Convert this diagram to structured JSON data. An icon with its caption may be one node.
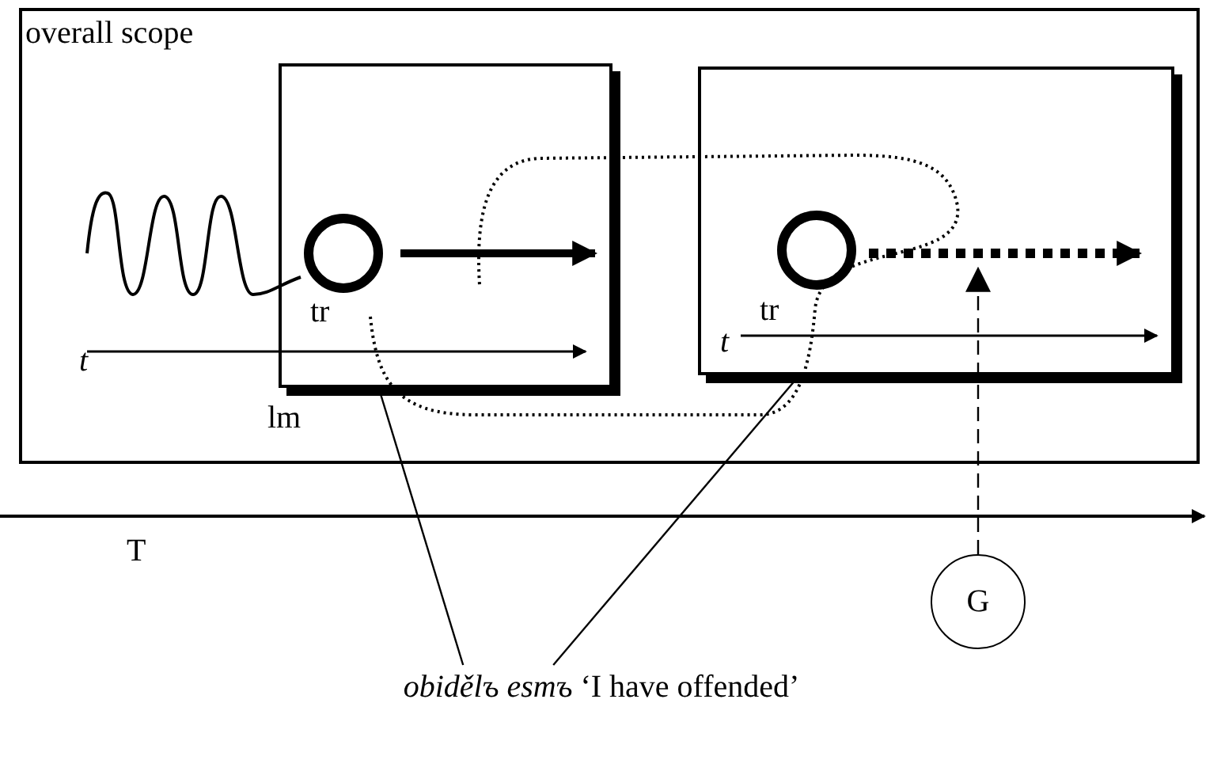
{
  "diagram": {
    "nodes": [
      {
        "text": [
          "overall scope"
        ]
      },
      {
        "text": [],
        "shape": "box",
        "in": 0,
        "beside": [
          "lm"
        ]
      },
      {
        "text": [],
        "shape": "circle",
        "in": 1,
        "beside": [
          "tr"
        ]
      },
      {
        "text": [],
        "shape": "box",
        "in": 0
      },
      {
        "text": [],
        "shape": "circle",
        "in": 3,
        "beside": [
          "tr"
        ]
      },
      {
        "text": [
          "G"
        ]
      },
      {
        "text": [
          "*obidělъ esmъ* ‘I have offended’"
        ]
      }
    ],
    "edges": [
      {
        "from": 5,
        "to": null,
        "arrow": "to",
        "style": "dashed"
      },
      {
        "from": 6,
        "to": 1,
        "arrow": "none"
      },
      {
        "from": 6,
        "to": 3,
        "arrow": "none"
      }
    ],
    "labels": [
      "t",
      "t",
      "T"
    ]
  }
}
